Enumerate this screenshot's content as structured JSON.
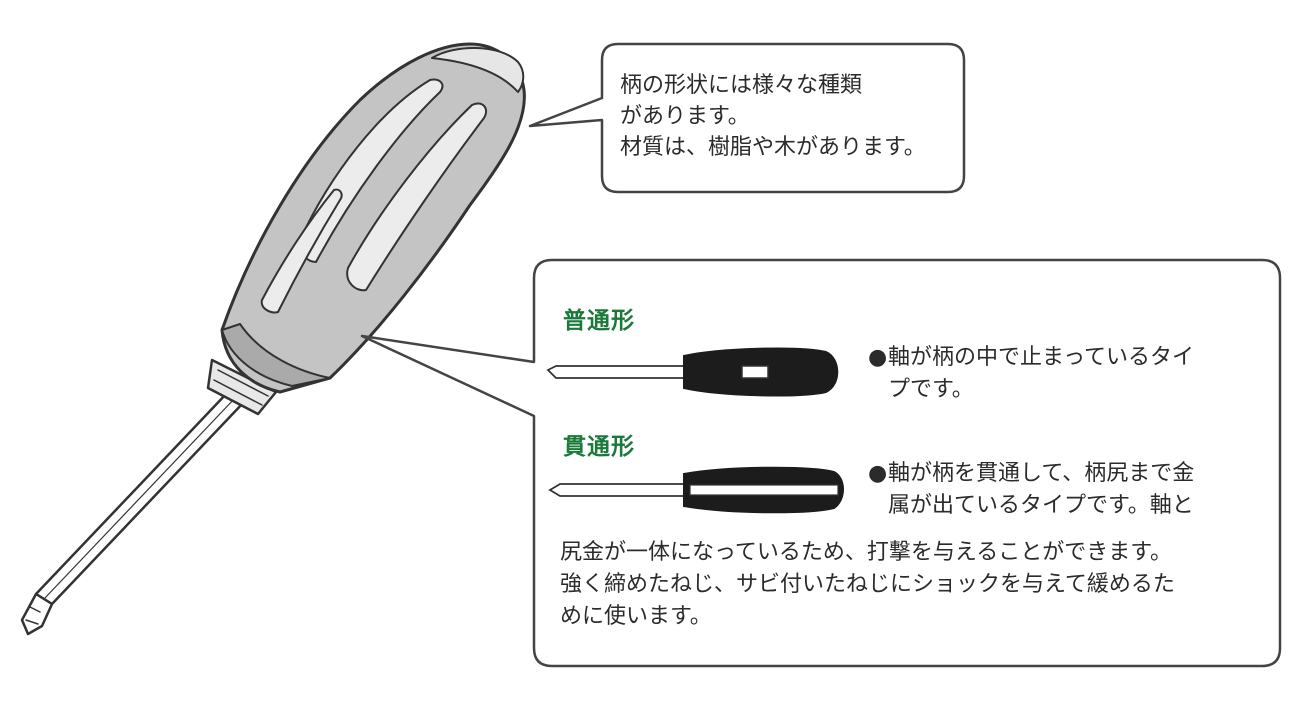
{
  "top_callout": {
    "lines": [
      "柄の形状には様々な種類",
      "があります。",
      "材質は、樹脂や木があります。"
    ]
  },
  "bottom_callout": {
    "type1": {
      "heading": "普通形",
      "bullet": "●",
      "lines": [
        "軸が柄の中で止まっているタイ",
        "プです。"
      ]
    },
    "type2": {
      "heading": "貫通形",
      "bullet": "●",
      "lines": [
        "軸が柄を貫通して、柄尻まで金",
        "属が出ているタイプです。軸と"
      ],
      "continued_lines": [
        "尻金が一体になっているため、打撃を与えることができます。",
        "強く締めたねじ、サビ付いたねじにショックを与えて緩めるた",
        "めに使います。"
      ]
    }
  },
  "colors": {
    "heading_green": "#1a7a3a",
    "outline": "#333333",
    "handle_dark": "#1c1c1c",
    "grip_gray": "#bdbdbd"
  }
}
